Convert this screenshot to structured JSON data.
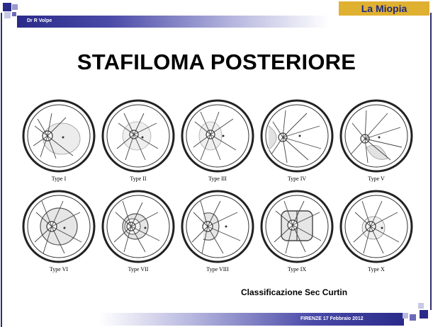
{
  "header": {
    "author": "Dr R Volpe",
    "brand": "La Miopia"
  },
  "slide_title": "STAFILOMA POSTERIORE",
  "figure": {
    "row1": [
      "Type I",
      "Type II",
      "Type III",
      "Type IV",
      "Type V"
    ],
    "row2": [
      "Type VI",
      "Type VII",
      "Type VIII",
      "Type IX",
      "Type X"
    ]
  },
  "credit": "Classificazione Sec Curtin",
  "footer": {
    "date": "FIRENZE 17 Febbraio 2012"
  },
  "colors": {
    "navy": "#2e2e6e",
    "gold": "#e0b030",
    "brand_text": "#1e2a80"
  }
}
